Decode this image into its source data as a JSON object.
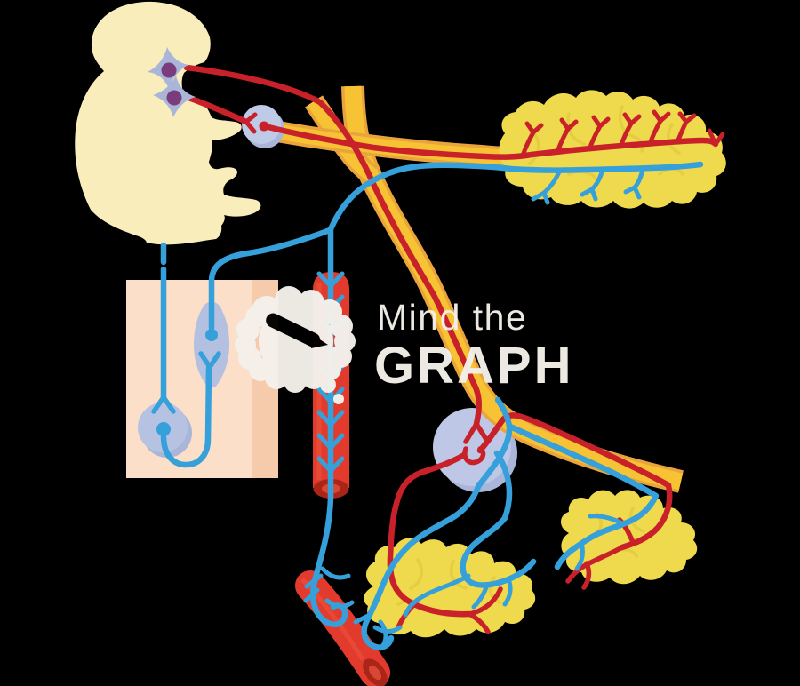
{
  "watermark": {
    "line1": "Mind the",
    "line2": "GRAPH",
    "logo": "brain-logo-with-slash",
    "text_color": "#F4F1EB"
  },
  "illustration": {
    "type": "anatomical-vector-diagram",
    "background_color": "#000000",
    "palette": {
      "brainstem_cream": "#FAEDBC",
      "nerve_yellow": "#F7C233",
      "nerve_edge": "#E9A43C",
      "gland_yellow": "#EFD94D",
      "gland_shade": "#E4CD41",
      "red_fiber": "#C8212A",
      "vessel_red": "#E23B2D",
      "vessel_dark_red": "#A92517",
      "vessel_inner_red": "#D84733",
      "blue_fiber": "#35A0DA",
      "ganglion_lavender": "#BEC7E5",
      "ganglion_shade": "#A9B6DA",
      "nucleus_purple": "#7B3C7C",
      "skin_pink": "#FBDFC8",
      "skin_edge_pink": "#F6CBAB",
      "receptor_periwinkle": "#B4C0DF",
      "watermark_white": "#F4F1EB"
    },
    "elements": [
      {
        "name": "brainstem",
        "kind": "organ"
      },
      {
        "name": "preganglionic-neuron-upper",
        "kind": "neuron"
      },
      {
        "name": "preganglionic-neuron-lower",
        "kind": "neuron"
      },
      {
        "name": "cranial-ganglion",
        "kind": "ganglion"
      },
      {
        "name": "horizontal-nerve-trunk",
        "kind": "nerve"
      },
      {
        "name": "descending-nerve-trunk",
        "kind": "nerve"
      },
      {
        "name": "short-nerve-branch",
        "kind": "nerve"
      },
      {
        "name": "lacrimal-gland",
        "kind": "gland"
      },
      {
        "name": "gland-artery-branches",
        "kind": "artery"
      },
      {
        "name": "gland-vein-branches",
        "kind": "vein"
      },
      {
        "name": "skin-section",
        "kind": "tissue"
      },
      {
        "name": "muscle-spindle",
        "kind": "receptor"
      },
      {
        "name": "sweat-gland",
        "kind": "gland"
      },
      {
        "name": "blood-vessel",
        "kind": "vessel"
      },
      {
        "name": "vessel-sympathetic-nerve",
        "kind": "nerve"
      },
      {
        "name": "terminal-ganglion",
        "kind": "ganglion"
      },
      {
        "name": "salivary-gland-center",
        "kind": "gland"
      },
      {
        "name": "salivary-gland-right",
        "kind": "gland"
      },
      {
        "name": "artery-segment",
        "kind": "vessel"
      }
    ]
  }
}
